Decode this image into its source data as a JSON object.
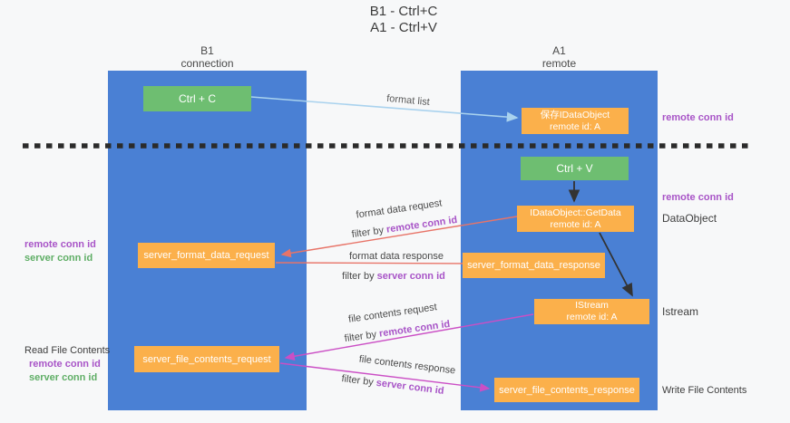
{
  "title": {
    "line1": "B1 - Ctrl+C",
    "line2": "A1 - Ctrl+V"
  },
  "columns": {
    "left": {
      "name_line": "B1",
      "role_line": "connection"
    },
    "right": {
      "name_line": "A1",
      "role_line": "remote"
    }
  },
  "nodes": {
    "ctrl_c": "Ctrl + C",
    "ctrl_v": "Ctrl + V",
    "save_idataobject": {
      "line1": "保存IDataObject",
      "line2": "remote id: A"
    },
    "idataobject_getdata": {
      "line1": "IDataObject::GetData",
      "line2": "remote id: A"
    },
    "istream": {
      "line1": "IStream",
      "line2": "remote id: A"
    },
    "server_format_data_request": "server_format_data_request",
    "server_format_data_response": "server_format_data_response",
    "server_file_contents_request": "server_file_contents_request",
    "server_file_contents_response": "server_file_contents_response"
  },
  "edge_labels": {
    "format_list": "format list",
    "format_data_request": "format data request",
    "format_data_response": "format data response",
    "file_contents_request": "file contents request",
    "file_contents_response": "file contents response",
    "filter_prefix": "filter by"
  },
  "ids": {
    "remote_conn_id": "remote conn id",
    "server_conn_id": "server conn id"
  },
  "side_labels": {
    "right_remote_conn_top": "remote conn id",
    "right_remote_conn_mid": "remote conn id",
    "dataobject": "DataObject",
    "istream": "Istream",
    "write_file_contents": "Write File Contents",
    "read_file_contents": "Read File Contents",
    "left_remote_conn_1": "remote conn id",
    "left_server_conn_1": "server conn id",
    "left_remote_conn_2": "remote conn id",
    "left_server_conn_2": "server conn id"
  },
  "colors": {
    "background": "#f7f8f9",
    "column_blue": "#4a80d4",
    "node_green": "#6ebe71",
    "node_orange": "#fbb04b",
    "purple_id": "#a854c7",
    "green_id": "#5fae66",
    "arrow_red": "#e87468",
    "arrow_magenta": "#cb4fc5",
    "arrow_lightblue": "#a9d2ee",
    "arrow_black": "#333333",
    "dashed_line": "#2b2b2b",
    "text_dark": "#3d3d3d"
  }
}
